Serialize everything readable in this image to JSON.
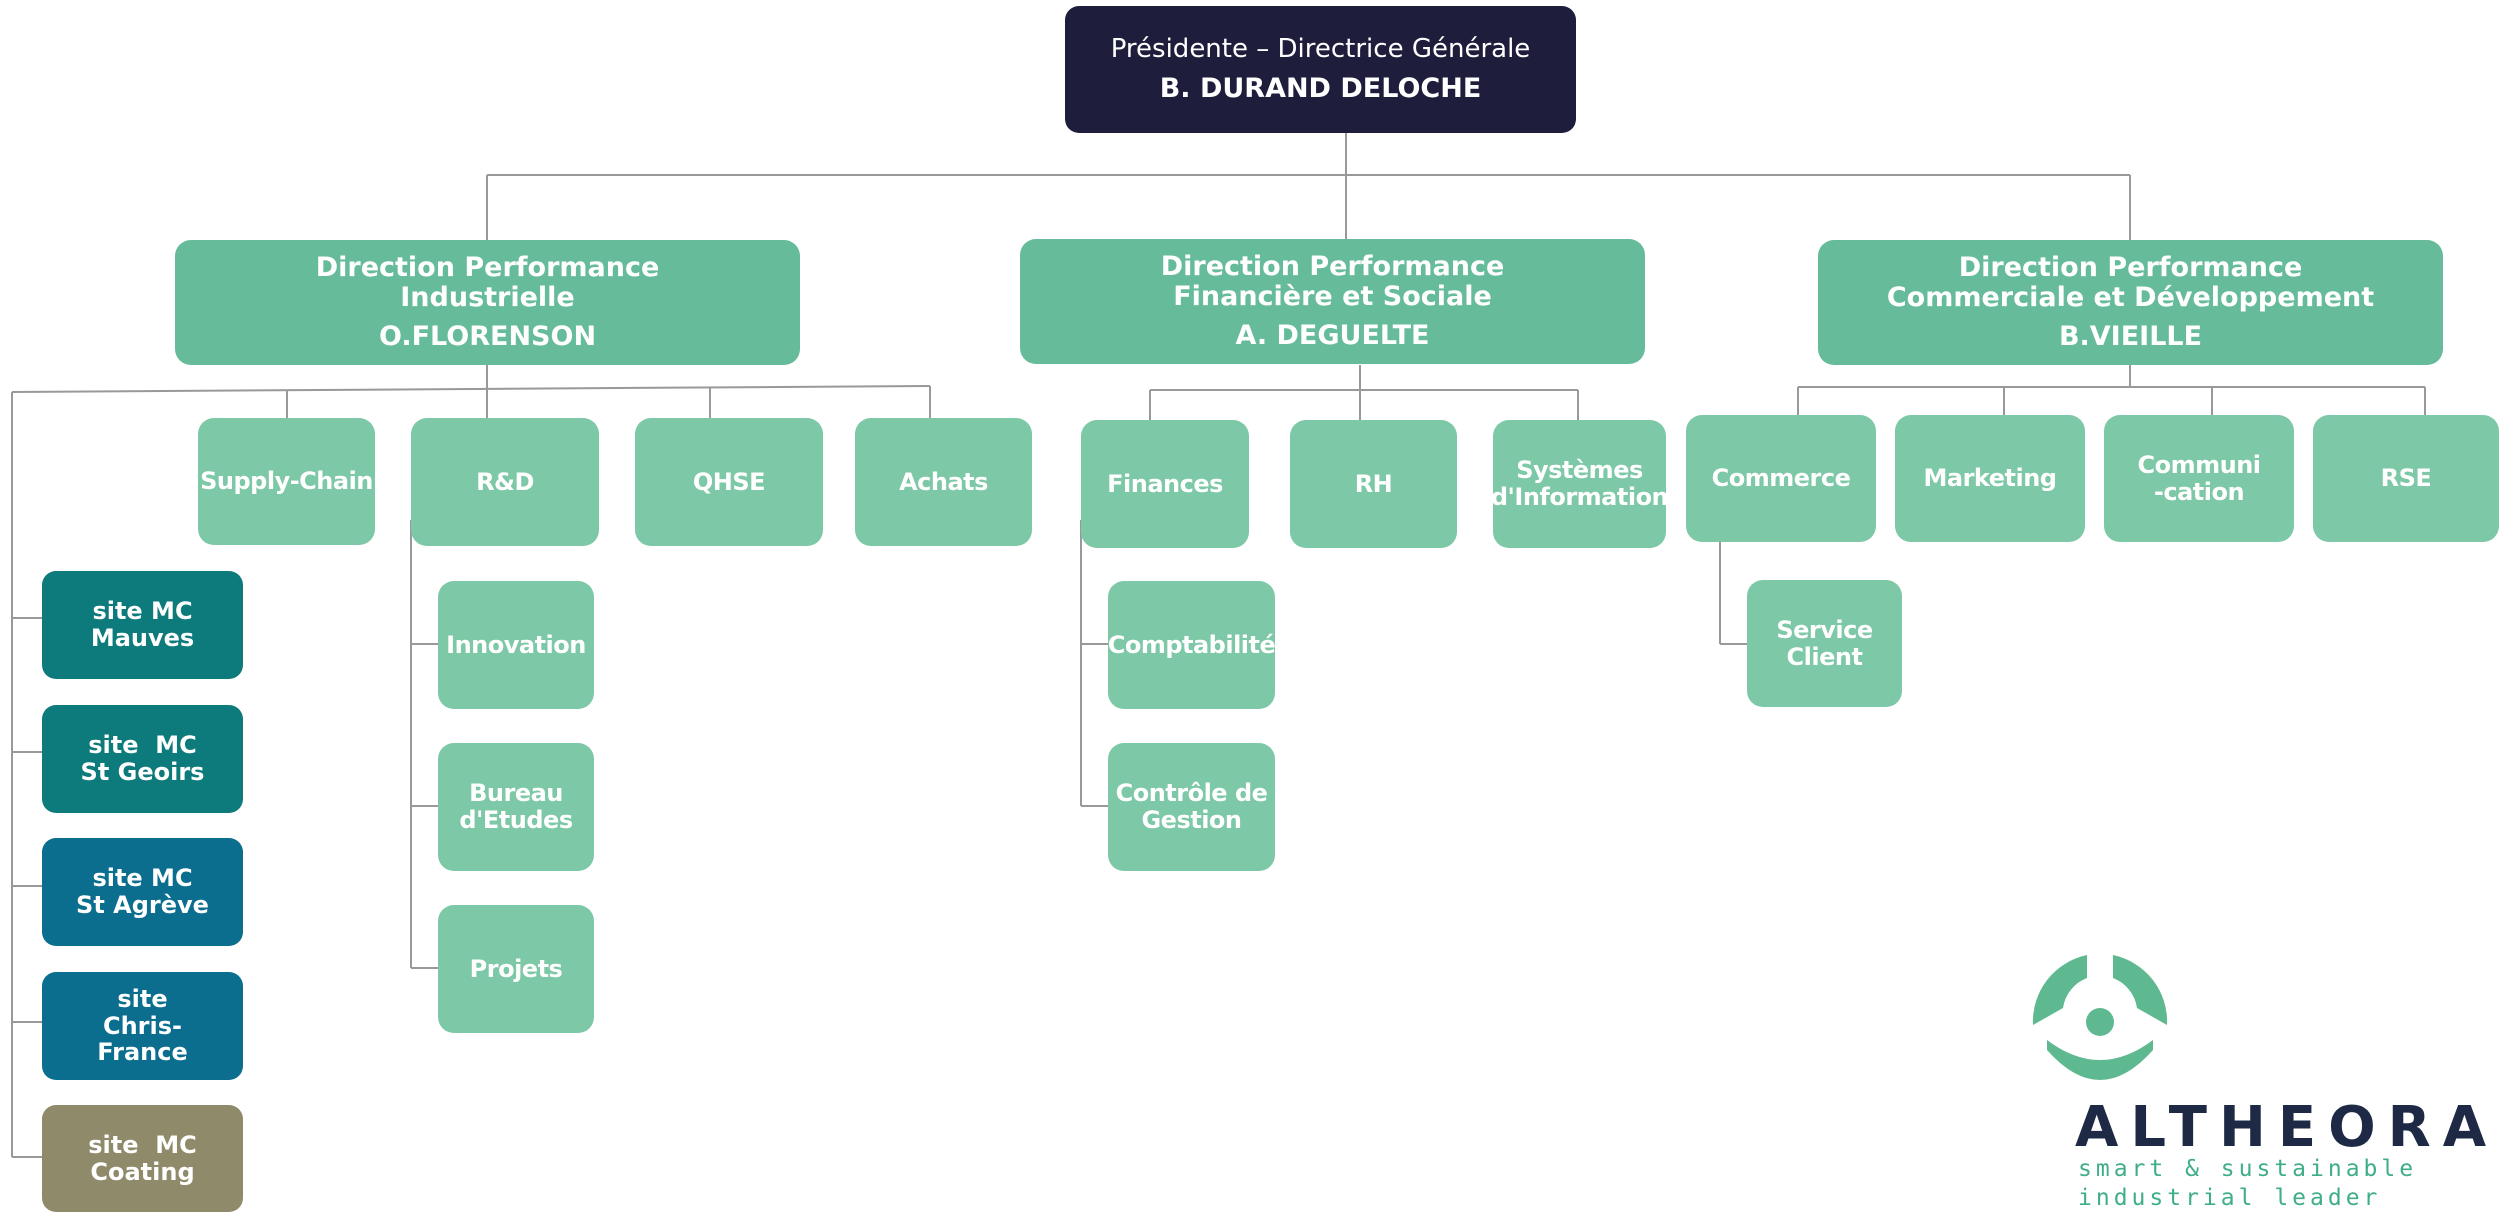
{
  "ceo": {
    "title": "Présidente – Directrice Générale",
    "name": "B. DURAND DELOCHE"
  },
  "directions": [
    {
      "title_l1": "Direction Performance",
      "title_l2": "Industrielle",
      "name": "O.FLORENSON"
    },
    {
      "title_l1": "Direction Performance",
      "title_l2": "Financière et Sociale",
      "name": "A. DEGUELTE"
    },
    {
      "title_l1": "Direction Performance",
      "title_l2": "Commerciale et Développement",
      "name": "B.VIEILLE"
    }
  ],
  "industrial": {
    "departments": [
      "Supply-Chain",
      "R&D",
      "QHSE",
      "Achats"
    ],
    "rnd_children": [
      [
        "Innovation"
      ],
      [
        "Bureau",
        "d'Etudes"
      ],
      [
        "Projets"
      ]
    ],
    "sites": [
      {
        "lines": [
          "site MC",
          "Mauves"
        ],
        "color": "#0d7a7c"
      },
      {
        "lines": [
          "site  MC",
          "St Geoirs"
        ],
        "color": "#0d7a7c"
      },
      {
        "lines": [
          "site MC",
          "St Agrève"
        ],
        "color": "#0b6e8e"
      },
      {
        "lines": [
          "site",
          "Chris-",
          "France"
        ],
        "color": "#0b6e8e"
      },
      {
        "lines": [
          "site  MC",
          "Coating"
        ],
        "color": "#8f8a6a"
      }
    ]
  },
  "financial": {
    "departments": [
      [
        "Finances"
      ],
      [
        "RH"
      ],
      [
        "Systèmes",
        "d'Information"
      ]
    ],
    "finance_children": [
      [
        "Comptabilité"
      ],
      [
        "Contrôle de",
        "Gestion"
      ]
    ]
  },
  "commercial": {
    "departments": [
      [
        "Commerce"
      ],
      [
        "Marketing"
      ],
      [
        "Communi",
        "-cation"
      ],
      [
        "RSE"
      ]
    ],
    "commerce_children": [
      [
        "Service",
        "Client"
      ]
    ]
  },
  "logo": {
    "word": "ALTHEORA",
    "tagline_l1": "smart & sustainable",
    "tagline_l2": "industrial leader"
  },
  "colors": {
    "ceo": "#1e1e3c",
    "direction": "#66bc9a",
    "department": "#7dc8a6",
    "line": "#999999"
  }
}
